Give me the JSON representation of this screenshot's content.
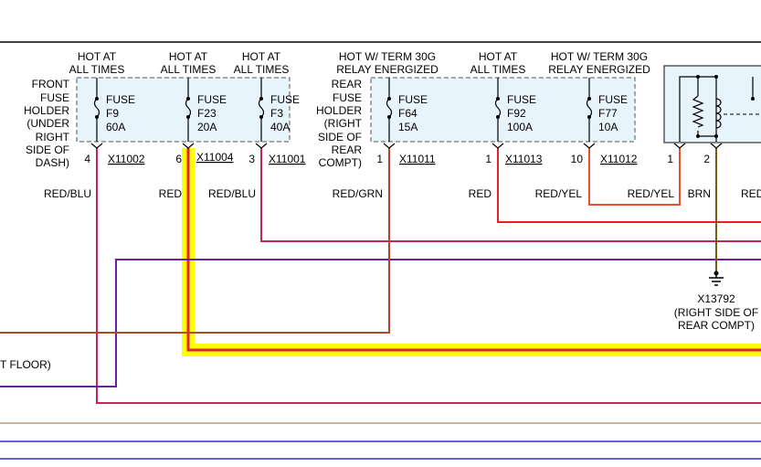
{
  "colors": {
    "red": "#e8202a",
    "red_blu": "#c4245a",
    "violet": "#6a1fa6",
    "red_yel": "#e8532a",
    "red_grn": "#b3472b",
    "brn": "#7a5a12",
    "tan": "#c8b89a",
    "blue": "#3030c8",
    "highlight": "#ffff00",
    "box_fill": "#e8f4fb"
  },
  "front_holder": {
    "label_lines": [
      "FRONT",
      "FUSE",
      "HOLDER",
      "(UNDER",
      "RIGHT",
      "SIDE OF",
      "DASH)"
    ]
  },
  "rear_holder": {
    "label_lines": [
      "REAR",
      "FUSE",
      "HOLDER",
      "(RIGHT",
      "SIDE OF",
      "REAR",
      "COMPT)"
    ]
  },
  "fuses": [
    {
      "hot": [
        "HOT AT",
        "ALL TIMES"
      ],
      "word": "FUSE",
      "id": "F9",
      "amp": "60A",
      "pin": "4",
      "connector": "X11002",
      "wire": "RED/BLU"
    },
    {
      "hot": [
        "HOT AT",
        "ALL TIMES"
      ],
      "word": "FUSE",
      "id": "F23",
      "amp": "20A",
      "pin": "6",
      "connector": "X11004",
      "wire": "RED"
    },
    {
      "hot": [
        "HOT AT",
        "ALL TIMES"
      ],
      "word": "FUSE",
      "id": "F3",
      "amp": "40A",
      "pin": "3",
      "connector": "X11001",
      "wire": "RED/BLU"
    },
    {
      "hot": [
        "HOT W/ TERM 30G",
        "RELAY ENERGIZED"
      ],
      "word": "FUSE",
      "id": "F64",
      "amp": "15A",
      "pin": "1",
      "connector": "X11011",
      "wire": "RED/GRN"
    },
    {
      "hot": [
        "HOT AT",
        "ALL TIMES"
      ],
      "word": "FUSE",
      "id": "F92",
      "amp": "100A",
      "pin": "1",
      "connector": "X11013",
      "wire": "RED"
    },
    {
      "hot": [
        "HOT W/ TERM 30G",
        "RELAY ENERGIZED"
      ],
      "word": "FUSE",
      "id": "F77",
      "amp": "10A",
      "pin": "10",
      "connector": "X11012",
      "wire": "RED/YEL"
    }
  ],
  "relay": {
    "pin_1": "1",
    "pin_2": "2",
    "wire_1": "RED/YEL",
    "wire_2": "BRN",
    "wire_right": "RED"
  },
  "ground": {
    "id": "X13792",
    "lines": [
      "(RIGHT SIDE OF",
      "REAR COMPT)"
    ]
  },
  "left_floor_label": "T FLOOR)"
}
